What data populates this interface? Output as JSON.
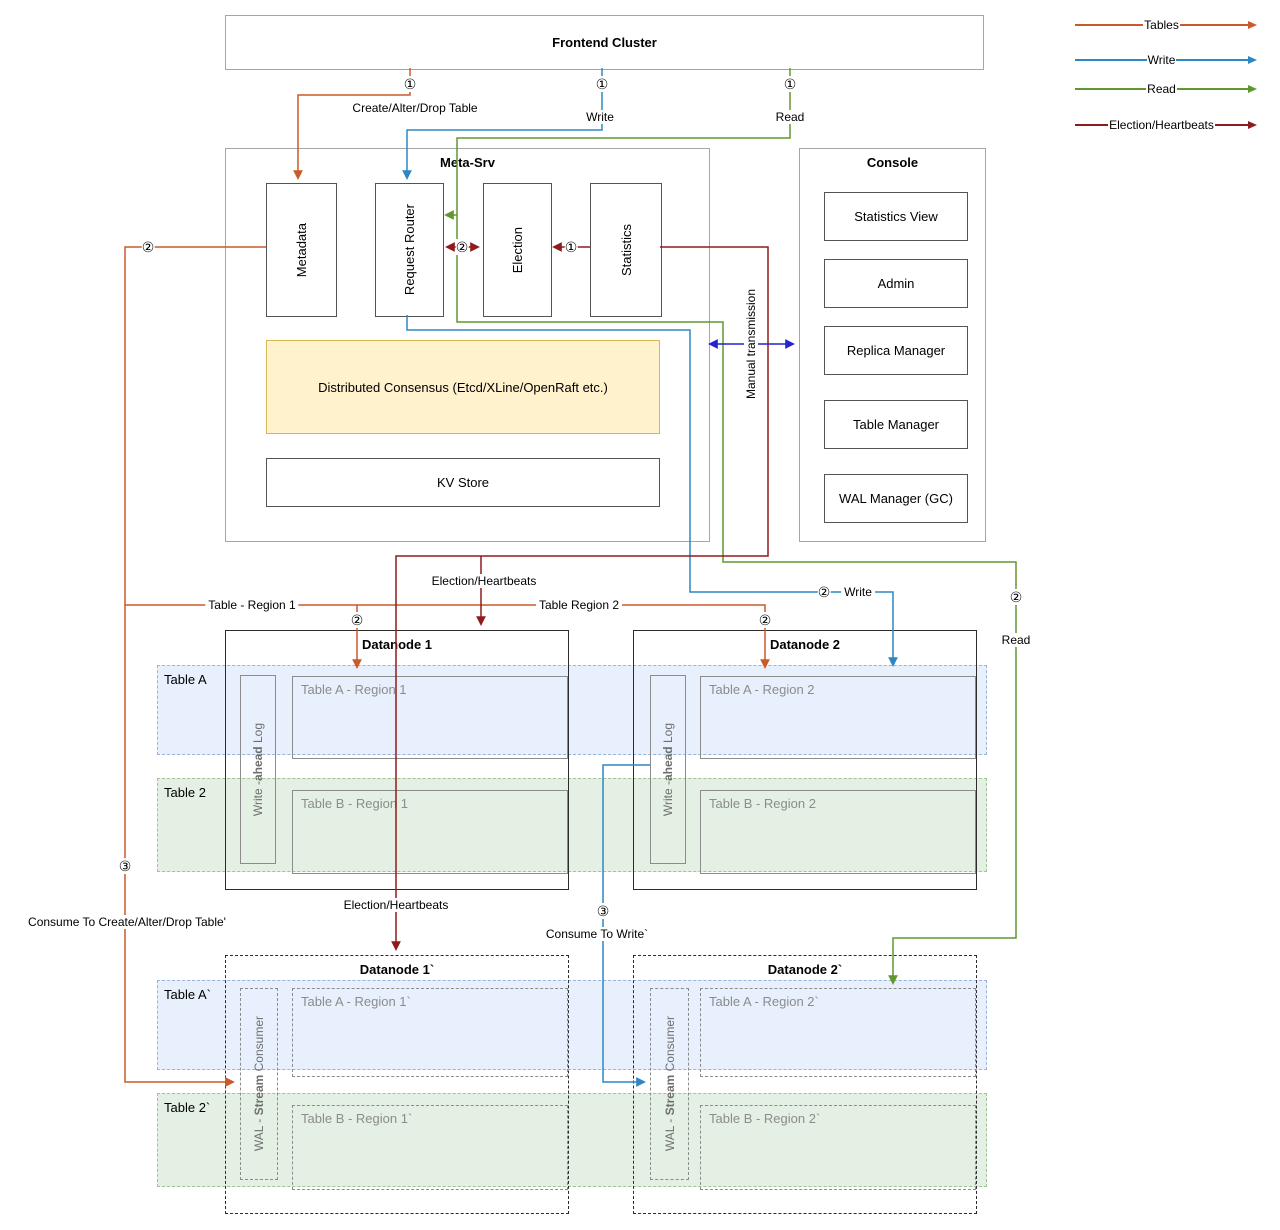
{
  "legend": {
    "items": [
      {
        "label": "Tables",
        "color": "#C95B28"
      },
      {
        "label": "Write",
        "color": "#2D87C3"
      },
      {
        "label": "Read",
        "color": "#609730"
      },
      {
        "label": "Election/Heartbeats",
        "color": "#8E1C1C"
      }
    ]
  },
  "colors": {
    "manual_transmission": "#2424CC",
    "consensus_fill": "#FFF2CC",
    "table_a_band_fill": "#DAE8FC",
    "table_2_band_fill": "#D5E8D4"
  },
  "frontend": {
    "title": "Frontend Cluster"
  },
  "meta_srv": {
    "title": "Meta-Srv",
    "metadata": "Metadata",
    "request_router": "Request Router",
    "election": "Election",
    "statistics": "Statistics",
    "consensus": "Distributed Consensus (Etcd/XLine/OpenRaft etc.)",
    "kv_store": "KV Store"
  },
  "console": {
    "title": "Console",
    "items": [
      {
        "label": "Statistics View"
      },
      {
        "label": "Admin"
      },
      {
        "label": "Replica Manager"
      },
      {
        "label": "Table Manager"
      },
      {
        "label": "WAL Manager (GC)"
      }
    ]
  },
  "bands": {
    "table_a": "Table A",
    "table_2": "Table 2",
    "table_a_p": "Table A`",
    "table_2_p": "Table 2`"
  },
  "dn1": {
    "title": "Datanode 1",
    "wal_pre": "Write -",
    "wal_bold": "ahead",
    "wal_post": " Log",
    "region_a": "Table A - Region 1",
    "region_b": "Table B - Region 1"
  },
  "dn2": {
    "title": "Datanode 2",
    "wal_pre": "Write -",
    "wal_bold": "ahead",
    "wal_post": " Log",
    "region_a": "Table A - Region 2",
    "region_b": "Table B - Region 2"
  },
  "dn1p": {
    "title": "Datanode 1`",
    "wal_pre": "WAL - ",
    "wal_bold": "Stream",
    "wal_post": " Consumer",
    "region_a": "Table A - Region 1`",
    "region_b": "Table B - Region 1`"
  },
  "dn2p": {
    "title": "Datanode 2`",
    "wal_pre": "WAL - ",
    "wal_bold": "Stream",
    "wal_post": " Consumer",
    "region_a": "Table A - Region 2`",
    "region_b": "Table B - Region 2`"
  },
  "edges": {
    "create_table": "Create/Alter/Drop Table",
    "write_top": "Write",
    "read_top": "Read",
    "manual_transmission": "Manual transmission",
    "election_heartbeats_dn1": "Election/Heartbeats",
    "election_heartbeats_dn1p": "Election/Heartbeats",
    "table_region_1": "Table - Region 1",
    "table_region_2": "Table Region 2",
    "write_dn2": "Write",
    "read_dn2p": "Read",
    "consume_ddl": "Consume To Create/Alter/Drop Table'",
    "consume_write": "Consume To Write`"
  },
  "marks": {
    "one": "①",
    "two": "②",
    "three": "③"
  }
}
